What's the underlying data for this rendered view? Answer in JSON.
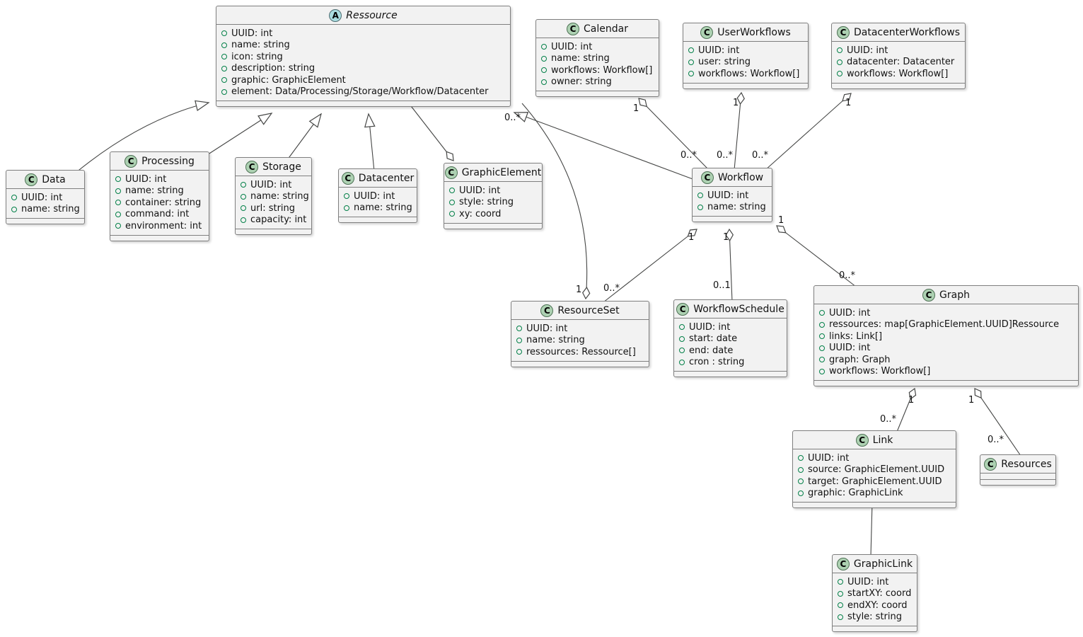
{
  "diagram": {
    "icons": {
      "class_letter": "C",
      "abstract_letter": "A"
    },
    "colors": {
      "class_icon_bg": "#ADD1B2",
      "abstract_icon_bg": "#A9DCDF",
      "box_bg": "#F2F2F2",
      "box_border": "#7F7F7F",
      "field_icon_border": "#038048",
      "line": "#454645"
    },
    "classes": {
      "ressource": {
        "name": "Ressource",
        "abstract": true,
        "attrs": [
          "UUID: int",
          "name: string",
          "icon: string",
          "description: string",
          "graphic: GraphicElement",
          "element: Data/Processing/Storage/Workflow/Datacenter"
        ]
      },
      "calendar": {
        "name": "Calendar",
        "attrs": [
          "UUID: int",
          "name: string",
          "workflows: Workflow[]",
          "owner: string"
        ]
      },
      "userworkflows": {
        "name": "UserWorkflows",
        "attrs": [
          "UUID: int",
          "user: string",
          "workflows: Workflow[]"
        ]
      },
      "datacenterworkflows": {
        "name": "DatacenterWorkflows",
        "attrs": [
          "UUID: int",
          "datacenter: Datacenter",
          "workflows: Workflow[]"
        ]
      },
      "data": {
        "name": "Data",
        "attrs": [
          "UUID: int",
          "name: string"
        ]
      },
      "processing": {
        "name": "Processing",
        "attrs": [
          "UUID: int",
          "name: string",
          "container: string",
          "command: int",
          "environment: int"
        ]
      },
      "storage": {
        "name": "Storage",
        "attrs": [
          "UUID: int",
          "name: string",
          "url: string",
          "capacity: int"
        ]
      },
      "datacenter": {
        "name": "Datacenter",
        "attrs": [
          "UUID: int",
          "name: string"
        ]
      },
      "graphicelement": {
        "name": "GraphicElement",
        "attrs": [
          "UUID: int",
          "style: string",
          "xy: coord"
        ]
      },
      "workflow": {
        "name": "Workflow",
        "attrs": [
          "UUID: int",
          "name: string"
        ]
      },
      "resourceset": {
        "name": "ResourceSet",
        "attrs": [
          "UUID: int",
          "name: string",
          "ressources: Ressource[]"
        ]
      },
      "workflowschedule": {
        "name": "WorkflowSchedule",
        "attrs": [
          "UUID: int",
          "start: date",
          "end: date",
          "cron : string"
        ]
      },
      "graph": {
        "name": "Graph",
        "attrs": [
          "UUID: int",
          "ressources: map[GraphicElement.UUID]Ressource",
          "links: Link[]",
          "UUID: int",
          "graph: Graph",
          "workflows: Workflow[]"
        ]
      },
      "link": {
        "name": "Link",
        "attrs": [
          "UUID: int",
          "source: GraphicElement.UUID",
          "target: GraphicElement.UUID",
          "graphic: GraphicLink"
        ]
      },
      "resources": {
        "name": "Resources",
        "attrs": []
      },
      "graphiclink": {
        "name": "GraphicLink",
        "attrs": [
          "UUID: int",
          "startXY: coord",
          "endXY: coord",
          "style: string"
        ]
      }
    },
    "labels": {
      "cal_1": "1",
      "cal_n": "0..*",
      "uw_1": "1",
      "uw_n": "0..*",
      "dcw_1": "1",
      "dcw_n": "0..*",
      "rsres_1": "1",
      "rsres_n": "0..*",
      "wfrs_1": "1",
      "wfrs_n": "0..*",
      "wfws_1": "1",
      "wfws_n": "0..1",
      "wfg_1": "1",
      "wfg_n": "0..*",
      "gl_1": "1",
      "gl_n": "0..*",
      "gr_1": "1",
      "gr_n": "0..*"
    }
  }
}
